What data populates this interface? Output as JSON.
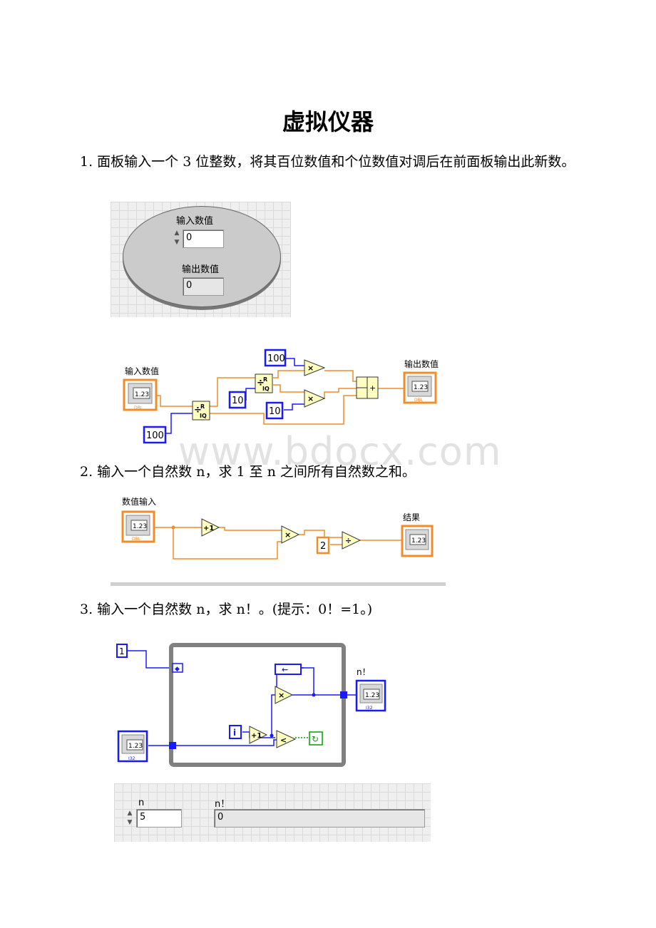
{
  "title": "虚拟仪器",
  "q1": {
    "text": "1. 面板输入一个 3 位整数，将其百位数值和个位数值对调后在前面板输出此新数。",
    "panel": {
      "input_label": "输入数值",
      "input_value": "0",
      "output_label": "输出数值",
      "output_value": "0"
    },
    "diagram": {
      "input_label": "输入数值",
      "output_label": "输出数值",
      "const_100_top": "100",
      "const_10_left": "10",
      "const_10_right": "10",
      "const_100_bottom": "100",
      "terminal_text": "1.23",
      "dbl": "DBL"
    }
  },
  "watermark": "www.bdocx.com",
  "q2": {
    "text": "2. 输入一个自然数 n，求 1 至 n 之间所有自然数之和。",
    "diagram": {
      "input_label": "数值输入",
      "output_label": "结果",
      "const_2": "2",
      "terminal_text": "1.23",
      "dbl": "DBL"
    }
  },
  "q3": {
    "text": "3. 输入一个自然数 n，求 n！。(提示：0！=1。)",
    "diagram": {
      "const_1": "1",
      "iter": "i",
      "output_label": "n！",
      "terminal_text": "1.23",
      "i32": "I32"
    },
    "panel": {
      "n_label": "n",
      "n_value": "5",
      "nf_label": "n！",
      "nf_value": "0"
    }
  },
  "colors": {
    "orange_wire": "#f28c28",
    "blue_wire": "#1a1aff",
    "node_fill": "#ffffc0",
    "loop_gray": "#808080"
  }
}
